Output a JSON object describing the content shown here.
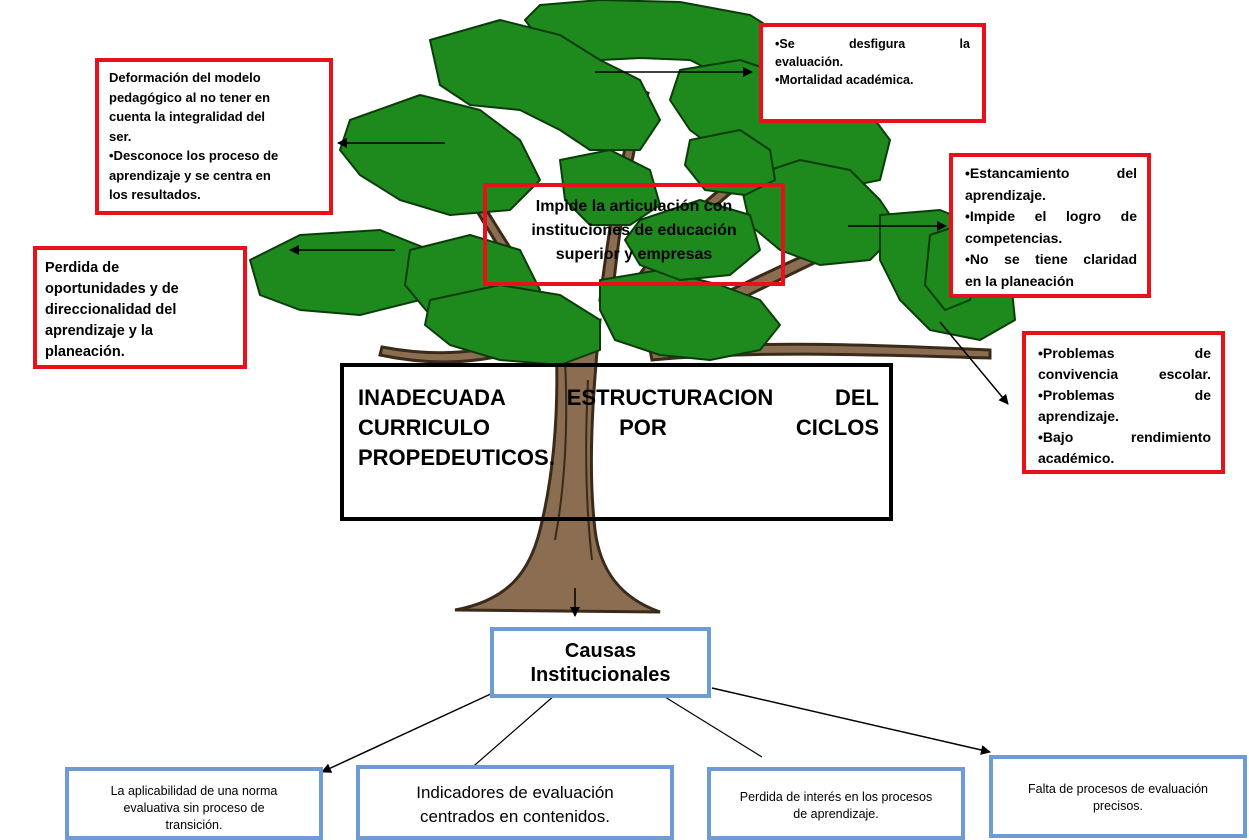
{
  "problem": {
    "title_lines": [
      "INADECUADA ESTRUCTURACION DEL",
      "CURRICULO POR CICLOS",
      "PROPEDEUTICOS."
    ]
  },
  "effects": {
    "center": {
      "lines": [
        "Impide la articulación con",
        "instituciones de educación",
        "superior y empresas"
      ]
    },
    "top_left": {
      "lines": [
        "Deformación del modelo",
        "pedagógico al no tener en",
        "cuenta la integralidad del",
        "ser.",
        "•Desconoce los proceso de",
        "aprendizaje y se centra en",
        "los resultados."
      ]
    },
    "left": {
      "lines": [
        "Perdida de",
        "oportunidades y de",
        "direccionalidad del",
        "aprendizaje y la",
        "planeación."
      ]
    },
    "top_right": {
      "lines": [
        "•Se desfigura la",
        "evaluación.",
        "•Mortalidad académica."
      ]
    },
    "right": {
      "lines": [
        "•Estancamiento del",
        "aprendizaje.",
        "•Impide el logro de",
        "competencias.",
        "•No se tiene claridad",
        "en la planeación"
      ]
    },
    "far_right": {
      "lines": [
        "•Problemas de",
        "convivencia escolar.",
        "•Problemas de",
        "aprendizaje.",
        "•Bajo rendimiento",
        "académico."
      ]
    }
  },
  "causes": {
    "root": {
      "lines": [
        "Causas",
        "Institucionales"
      ]
    },
    "items": [
      {
        "lines": [
          "La aplicabilidad de una norma",
          "evaluativa sin proceso de",
          "transición."
        ]
      },
      {
        "lines": [
          "Indicadores de evaluación",
          "centrados en contenidos."
        ]
      },
      {
        "lines": [
          "Perdida de interés en los procesos",
          "de aprendizaje."
        ]
      },
      {
        "lines": [
          "Falta de procesos de evaluación",
          "precisos."
        ]
      }
    ]
  },
  "colors": {
    "effect_border": "#e8111b",
    "cause_border": "#6f9bd4",
    "problem_border": "#000000",
    "foliage": "#1e8a1e",
    "foliage_outline": "#0a3d0a",
    "trunk": "#8b6d52"
  },
  "icons": [
    "tree-illustration",
    "arrow-icon"
  ]
}
